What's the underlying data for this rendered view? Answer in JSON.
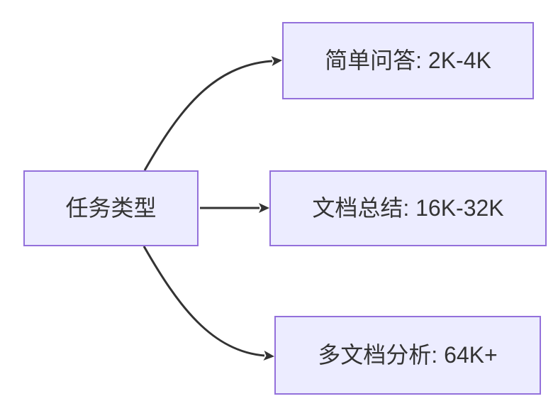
{
  "diagram": {
    "type": "flowchart",
    "direction": "left-to-right",
    "colors": {
      "background": "#ffffff",
      "node_fill": "#ECECFF",
      "node_border": "#9370DB",
      "edge": "#333333",
      "text": "#333333"
    },
    "root": {
      "id": "task-type",
      "label": "任务类型"
    },
    "branches": [
      {
        "id": "simple-qa",
        "label": "简单问答: 2K-4K"
      },
      {
        "id": "doc-summary",
        "label": "文档总结: 16K-32K"
      },
      {
        "id": "multi-doc",
        "label": "多文档分析: 64K+"
      }
    ],
    "edges": [
      {
        "from": "task-type",
        "to": "simple-qa"
      },
      {
        "from": "task-type",
        "to": "doc-summary"
      },
      {
        "from": "task-type",
        "to": "multi-doc"
      }
    ]
  }
}
